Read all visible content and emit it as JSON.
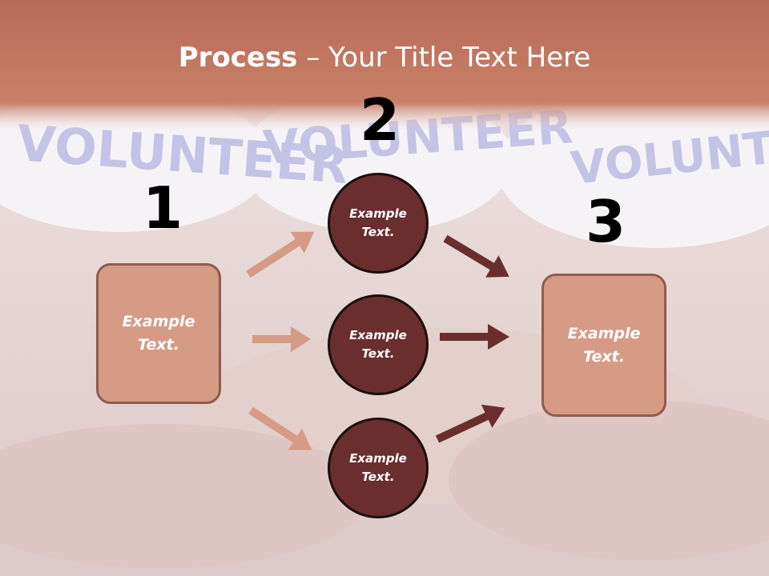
{
  "title": {
    "bold": "Process",
    "rest": " – Your Title Text Here"
  },
  "colors": {
    "header": "#c47a66",
    "box_fill": "#d69b85",
    "circle_fill": "#6b2e2f",
    "arrow_light": "#d69b85",
    "arrow_dark": "#6b2e2f"
  },
  "steps": [
    {
      "number": "1",
      "text": "Example\nText."
    },
    {
      "number": "2",
      "items": [
        "Example\nText.",
        "Example\nText.",
        "Example\nText."
      ]
    },
    {
      "number": "3",
      "text": "Example\nText."
    }
  ],
  "background": {
    "watermark_text": "VOLUNTEER"
  }
}
